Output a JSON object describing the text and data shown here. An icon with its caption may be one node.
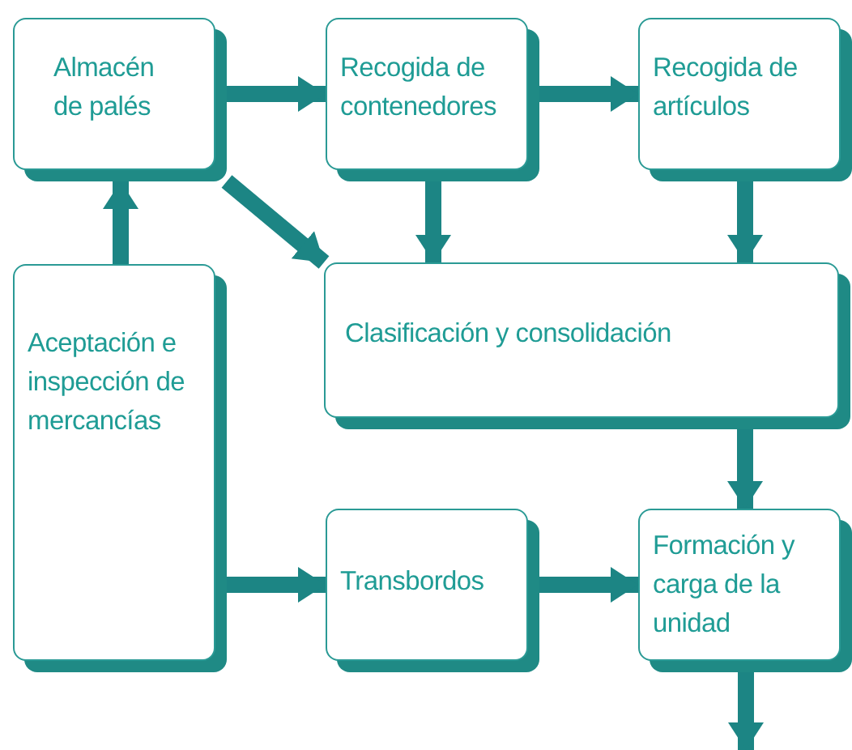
{
  "diagram": {
    "nodes": [
      {
        "text": [
          "Almacén de palés"
        ]
      },
      {
        "text": [
          "Recogida de contenedores"
        ]
      },
      {
        "text": [
          "Recogida de artículos"
        ]
      },
      {
        "text": [
          "Aceptación e inspección de mercancías"
        ]
      },
      {
        "text": [
          "Clasificación y consolidación"
        ]
      },
      {
        "text": [
          "Transbordos"
        ]
      },
      {
        "text": [
          "Formación y carga de la unidad"
        ]
      }
    ],
    "edges": [
      {
        "from": 0,
        "to": 1,
        "arrow": "to"
      },
      {
        "from": 1,
        "to": 2,
        "arrow": "to"
      },
      {
        "from": 3,
        "to": 0,
        "arrow": "to"
      },
      {
        "from": 0,
        "to": 4,
        "arrow": "to"
      },
      {
        "from": 1,
        "to": 4,
        "arrow": "to"
      },
      {
        "from": 2,
        "to": 4,
        "arrow": "to"
      },
      {
        "from": 4,
        "to": 6,
        "arrow": "to"
      },
      {
        "from": 3,
        "to": 5,
        "arrow": "to"
      },
      {
        "from": 5,
        "to": 6,
        "arrow": "to"
      },
      {
        "from": 6,
        "to": null,
        "arrow": "to"
      }
    ]
  }
}
